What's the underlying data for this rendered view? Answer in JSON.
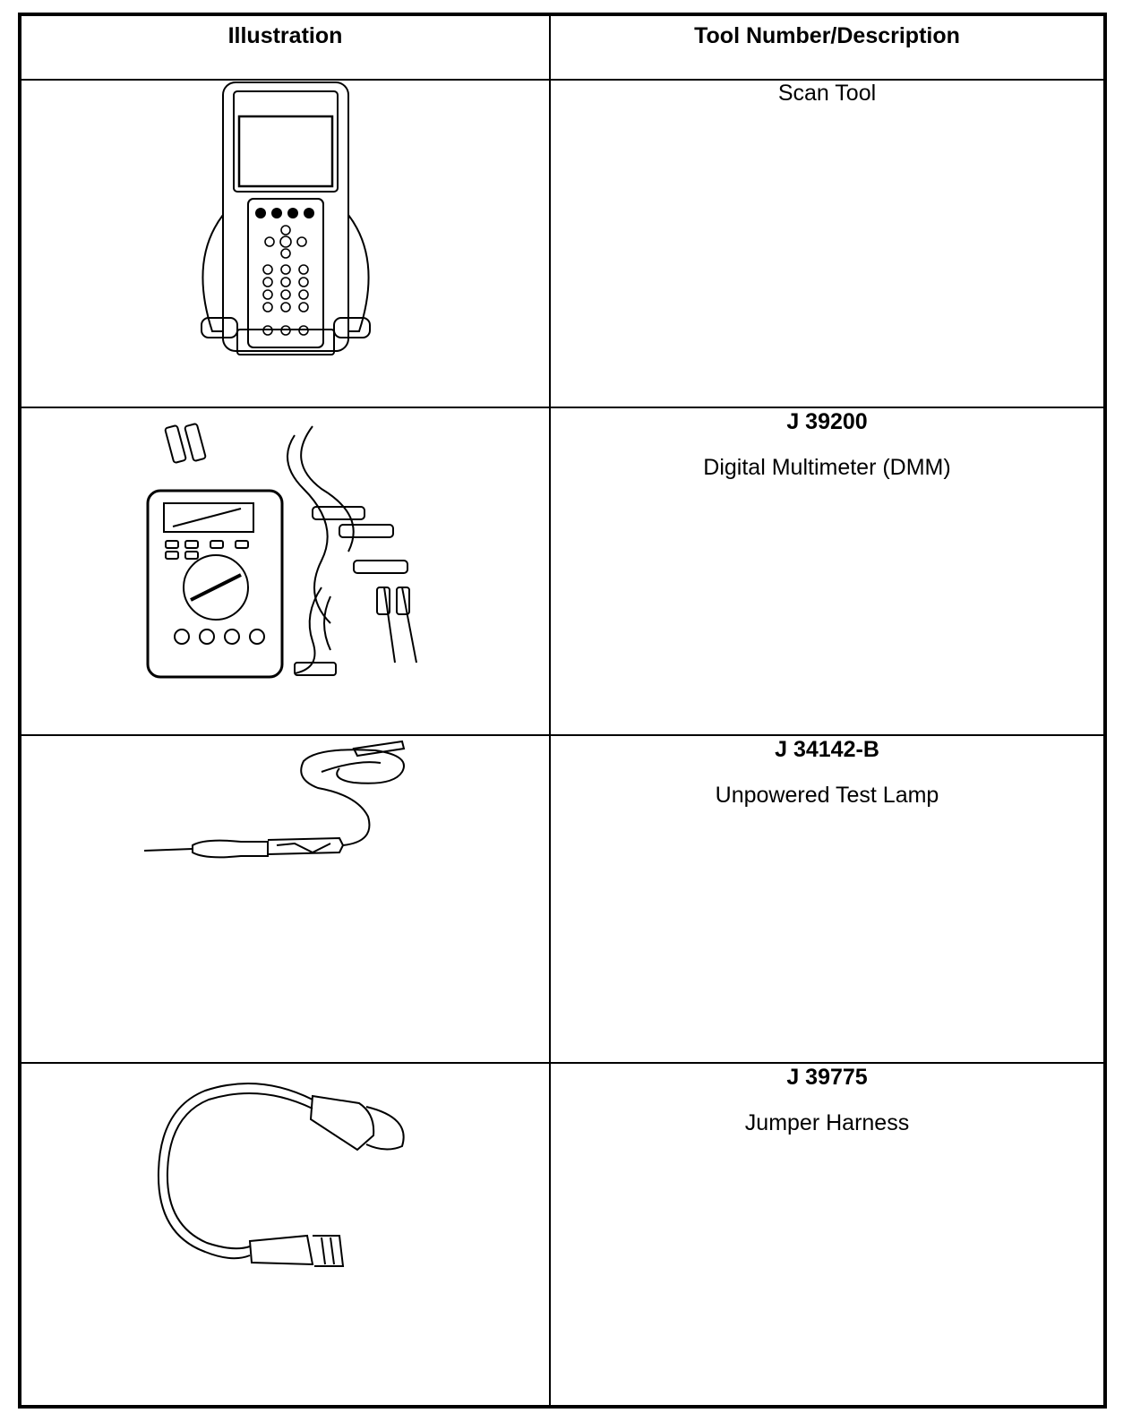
{
  "table": {
    "headers": {
      "illustration": "Illustration",
      "tool": "Tool Number/Description"
    },
    "rows": [
      {
        "tool_number": "",
        "description": "Scan Tool",
        "illustration_icon": "scan-tool-illustration"
      },
      {
        "tool_number": "J 39200",
        "description": "Digital Multimeter (DMM)",
        "illustration_icon": "digital-multimeter-illustration"
      },
      {
        "tool_number": "J 34142-B",
        "description": "Unpowered Test Lamp",
        "illustration_icon": "test-lamp-illustration"
      },
      {
        "tool_number": "J 39775",
        "description": "Jumper Harness",
        "illustration_icon": "jumper-harness-illustration"
      }
    ]
  }
}
